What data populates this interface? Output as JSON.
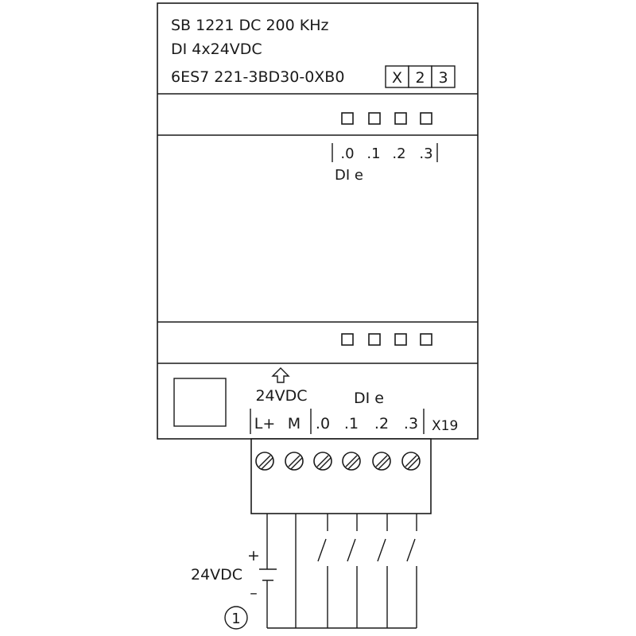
{
  "module": {
    "title": "SB 1221 DC 200 KHz",
    "subtitle": "DI 4x24VDC",
    "order_number": "6ES7 221-3BD30-0XB0",
    "version_boxes": [
      "X",
      "2",
      "3"
    ]
  },
  "top_indicators": {
    "channels": [
      ".0",
      ".1",
      ".2",
      ".3"
    ],
    "group_label": "DI e"
  },
  "terminal_block": {
    "supply_label": "24VDC",
    "input_group_label": "DI e",
    "terminals": [
      "L+",
      "M",
      ".0",
      ".1",
      ".2",
      ".3"
    ],
    "connector_id": "X19"
  },
  "wiring": {
    "supply_label": "24VDC",
    "plus_sign": "+",
    "minus_sign": "–",
    "callout_number": "1"
  }
}
